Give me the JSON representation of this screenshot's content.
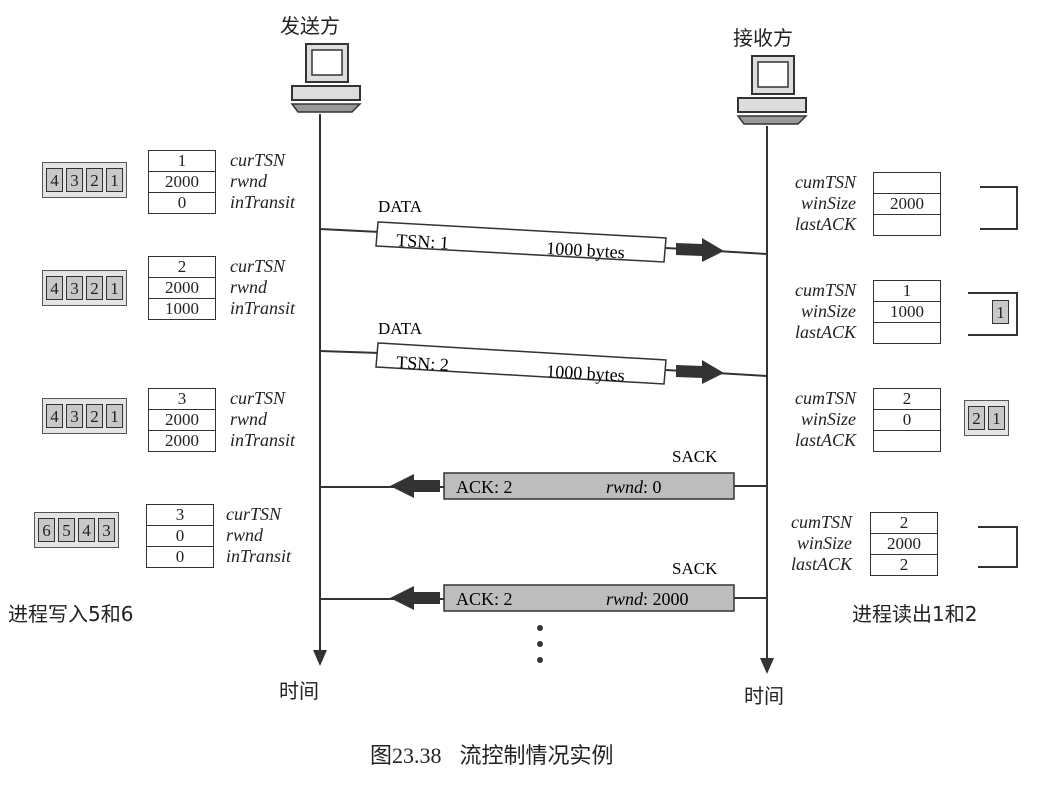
{
  "sender": {
    "title": "发送方",
    "time_label": "时间",
    "note": "进程写入5和6"
  },
  "receiver": {
    "title": "接收方",
    "time_label": "时间",
    "note": "进程读出1和2"
  },
  "sender_labels": [
    "curTSN",
    "rwnd",
    "inTransit"
  ],
  "receiver_labels": [
    "cumTSN",
    "winSize",
    "lastACK"
  ],
  "sender_states": [
    {
      "buffer": [
        "4",
        "3",
        "2",
        "1"
      ],
      "curTSN": "1",
      "rwnd": "2000",
      "inTransit": "0"
    },
    {
      "buffer": [
        "4",
        "3",
        "2",
        "1"
      ],
      "curTSN": "2",
      "rwnd": "2000",
      "inTransit": "1000"
    },
    {
      "buffer": [
        "4",
        "3",
        "2",
        "1"
      ],
      "curTSN": "3",
      "rwnd": "2000",
      "inTransit": "2000"
    },
    {
      "buffer": [
        "6",
        "5",
        "4",
        "3"
      ],
      "curTSN": "3",
      "rwnd": "0",
      "inTransit": "0"
    }
  ],
  "receiver_states": [
    {
      "cumTSN": "",
      "winSize": "2000",
      "lastACK": "",
      "buffer": []
    },
    {
      "cumTSN": "1",
      "winSize": "1000",
      "lastACK": "",
      "buffer": [
        "1"
      ]
    },
    {
      "cumTSN": "2",
      "winSize": "0",
      "lastACK": "",
      "buffer": [
        "2",
        "1"
      ]
    },
    {
      "cumTSN": "2",
      "winSize": "2000",
      "lastACK": "2",
      "buffer": []
    }
  ],
  "messages": [
    {
      "type": "DATA",
      "main": "TSN: 1",
      "size": "1000 bytes"
    },
    {
      "type": "DATA",
      "main": "TSN: 2",
      "size": "1000 bytes"
    },
    {
      "type": "SACK",
      "main": "ACK: 2",
      "rwnd_label": "rwnd",
      "rwnd_value": ": 0"
    },
    {
      "type": "SACK",
      "main": "ACK: 2",
      "rwnd_label": "rwnd",
      "rwnd_value": ": 2000"
    }
  ],
  "caption": {
    "number": "图23.38",
    "text": "流控制情况实例"
  },
  "colors": {
    "line": "#333333",
    "sack_fill": "#bdbdbd",
    "buffer_fill": "#e4e4e4"
  },
  "icons": [
    "computer-icon",
    "arrow-down-icon",
    "arrow-right-icon",
    "arrow-left-icon"
  ]
}
